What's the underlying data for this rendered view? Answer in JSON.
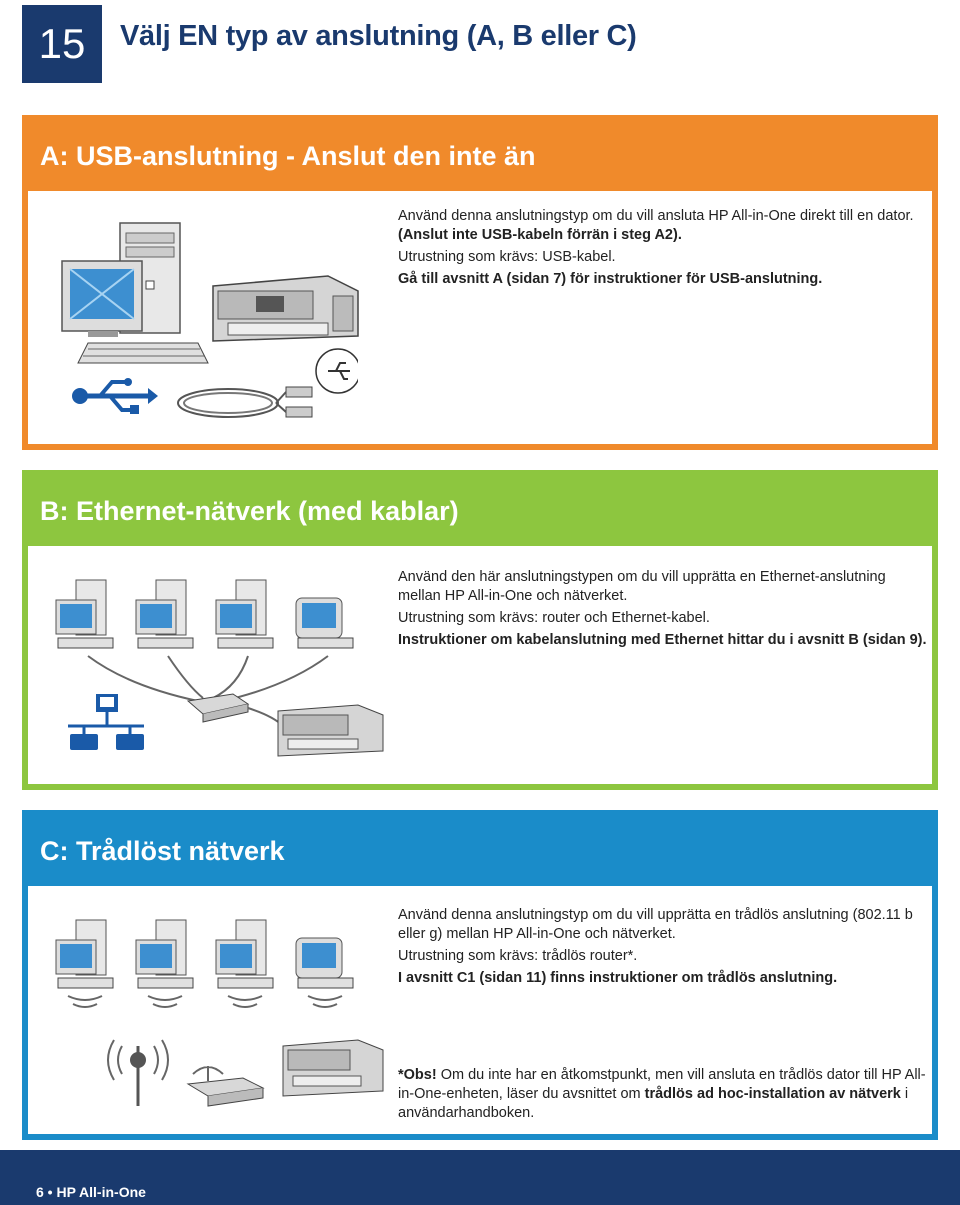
{
  "step": {
    "number": "15",
    "title": "Välj EN typ av anslutning (A, B eller C)"
  },
  "section_a": {
    "title": "A: USB-anslutning - Anslut den inte än",
    "p1": "Använd denna anslutningstyp om du vill ansluta HP All-in-One direkt till en dator.",
    "p1_bold": "(Anslut inte USB-kabeln förrän i steg A2).",
    "p2": "Utrustning som krävs: USB-kabel.",
    "p3": "Gå till avsnitt A (sidan 7) för instruktioner för USB-anslutning."
  },
  "section_b": {
    "title": "B: Ethernet-nätverk (med kablar)",
    "p1": "Använd den här anslutningstypen om du vill upprätta en Ethernet-anslutning mellan HP All-in-One och nätverket.",
    "p2": "Utrustning som krävs: router och Ethernet-kabel.",
    "p3": "Instruktioner om kabelanslutning med Ethernet hittar du i avsnitt B (sidan 9)."
  },
  "section_c": {
    "title": "C: Trådlöst nätverk",
    "p1": "Använd denna anslutningstyp om du vill upprätta en trådlös anslutning (802.11 b eller g) mellan HP All-in-One och nätverket.",
    "p2": "Utrustning som krävs: trådlös router*.",
    "p3": "I avsnitt C1 (sidan 11) finns instruktioner om trådlös anslutning.",
    "note_bold": "*Obs!",
    "note_1": " Om du inte har en åtkomstpunkt, men vill ansluta en trådlös dator till HP All-in-One-enheten, läser du avsnittet om ",
    "note_bold2": "trådlös ad hoc-installation av nätverk",
    "note_2": " i användarhandboken."
  },
  "footer": {
    "text": "6 • HP All-in-One"
  },
  "colors": {
    "navy": "#1a3a6e",
    "orange": "#f08a2b",
    "green": "#8dc63f",
    "blue": "#1a8cc9"
  },
  "icons": [
    "usb-icon",
    "network-icon",
    "wireless-antenna-icon",
    "computer-icon",
    "printer-icon",
    "router-icon"
  ]
}
